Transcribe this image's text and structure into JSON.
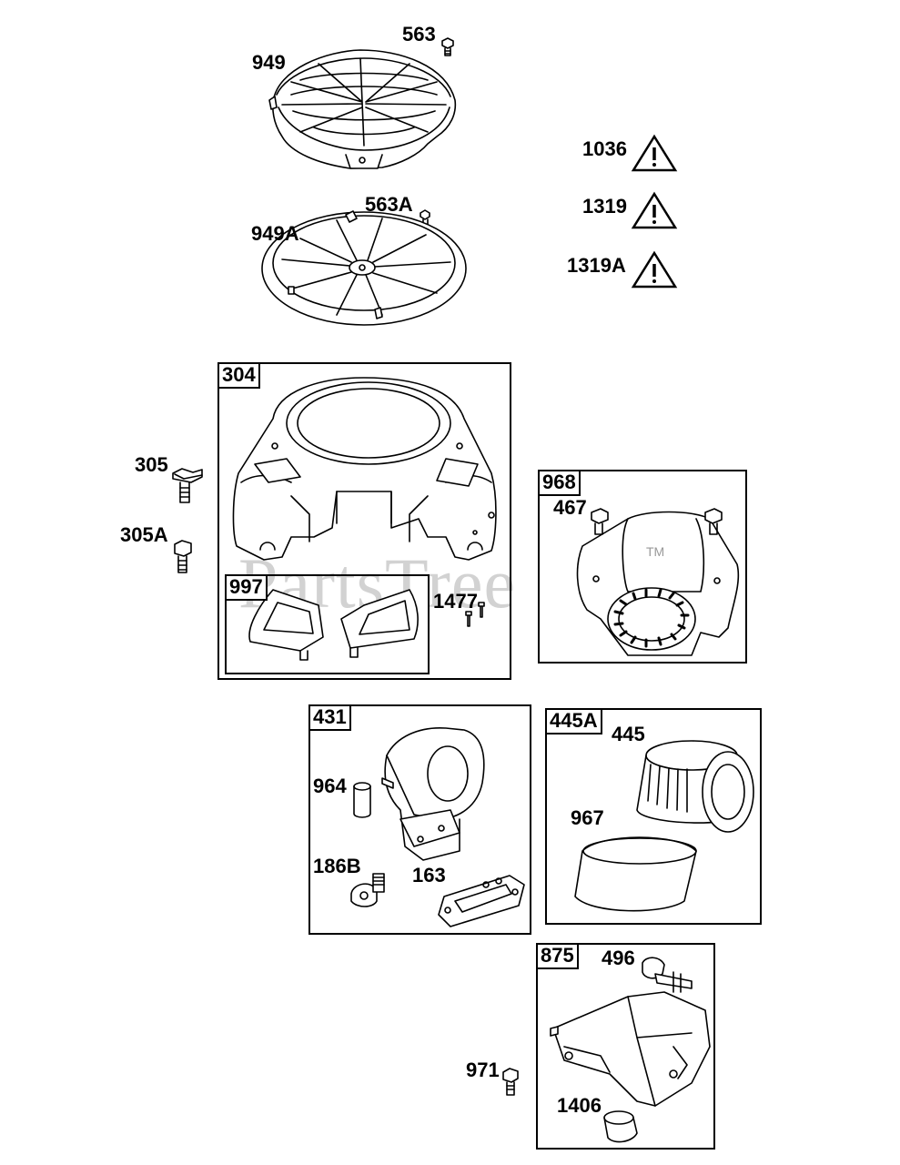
{
  "watermark": "PartsTree",
  "trademark": "TM",
  "labels": {
    "p563": "563",
    "p949": "949",
    "p563A": "563A",
    "p949A": "949A",
    "p1036": "1036",
    "p1319": "1319",
    "p1319A": "1319A",
    "p305": "305",
    "p305A": "305A",
    "p1477": "1477",
    "p467": "467",
    "p964": "964",
    "p186B": "186B",
    "p163": "163",
    "p445": "445",
    "p967": "967",
    "p496": "496",
    "p971": "971",
    "p1406": "1406"
  },
  "groups": {
    "g304": "304",
    "g997": "997",
    "g968": "968",
    "g431": "431",
    "g445A": "445A",
    "g875": "875"
  },
  "icons": {
    "warning": "warning-triangle-icon"
  }
}
